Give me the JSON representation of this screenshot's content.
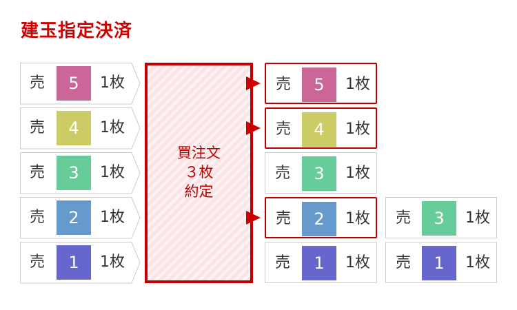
{
  "title": "建玉指定決済",
  "sell": "売",
  "unit": "1枚",
  "colors": {
    "5": "#cc6699",
    "4": "#cccc66",
    "3": "#66cc99",
    "2": "#6699cc",
    "1": "#6666cc",
    "accent": "#cc0000"
  },
  "left": [
    "5",
    "4",
    "3",
    "2",
    "1"
  ],
  "center": {
    "line1": "買注文",
    "line2": "３枚",
    "line3": "約定"
  },
  "right": [
    {
      "n": "5",
      "hl": true
    },
    {
      "n": "4",
      "hl": true
    },
    {
      "n": "3",
      "hl": false
    },
    {
      "n": "2",
      "hl": true
    },
    {
      "n": "1",
      "hl": false
    }
  ],
  "far_right": [
    "3",
    "1"
  ]
}
